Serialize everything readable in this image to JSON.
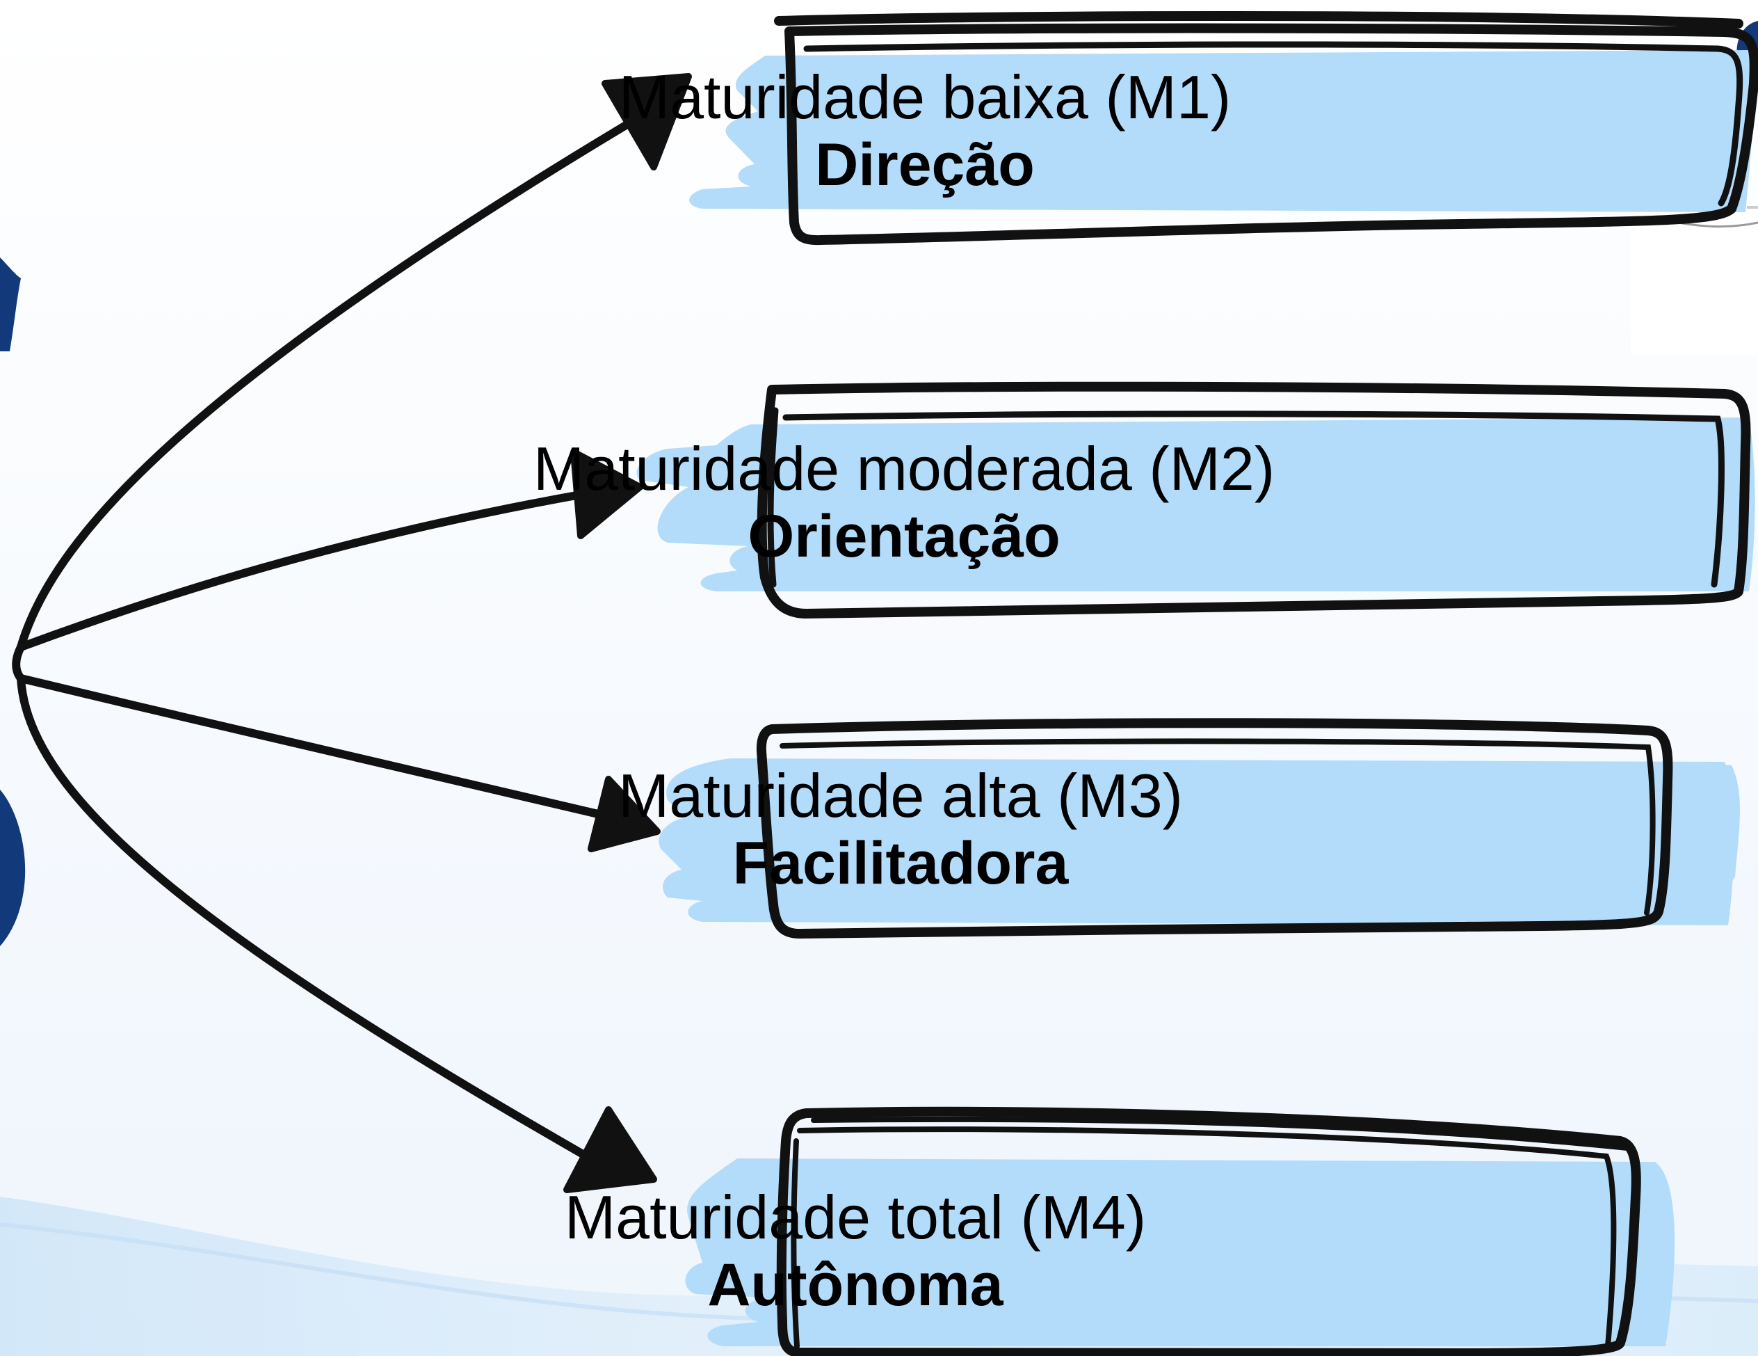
{
  "diagram": {
    "levels": [
      {
        "maturity": "Maturidade baixa (M1)",
        "style": "Direção"
      },
      {
        "maturity": "Maturidade moderada (M2)",
        "style": "Orientação"
      },
      {
        "maturity": "Maturidade alta (M3)",
        "style": "Facilitadora"
      },
      {
        "maturity": "Maturidade total (M4)",
        "style": "Autônoma"
      }
    ]
  },
  "colors": {
    "box_fill": "#b3dcfa",
    "outline": "#111111",
    "partial_letters": "#123a7a"
  },
  "icons": {
    "arrowheads": "triangle-arrow-icon",
    "corner_logo": "partial-circular-logo"
  }
}
